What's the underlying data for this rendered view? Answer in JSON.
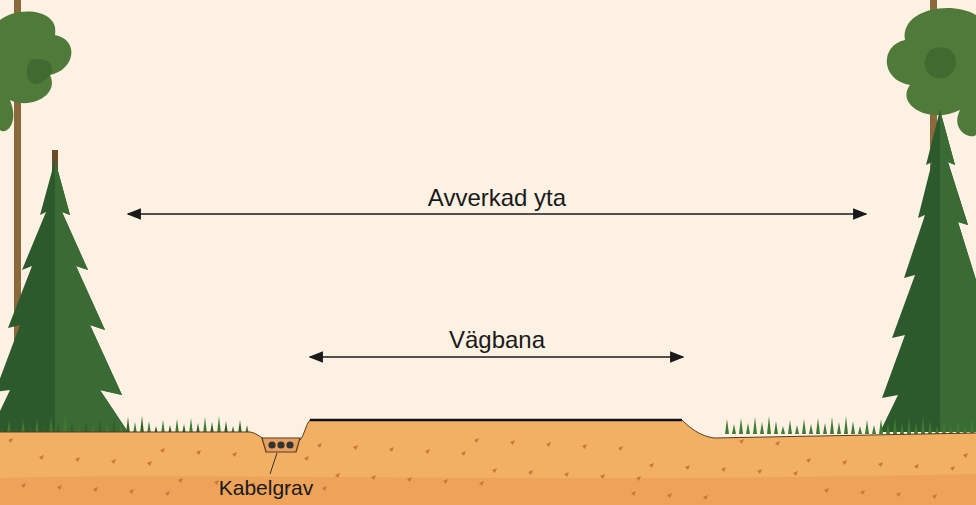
{
  "diagram": {
    "labels": [
      "Avverkad yta",
      "Vägbana",
      "Kabelgrav"
    ]
  }
}
